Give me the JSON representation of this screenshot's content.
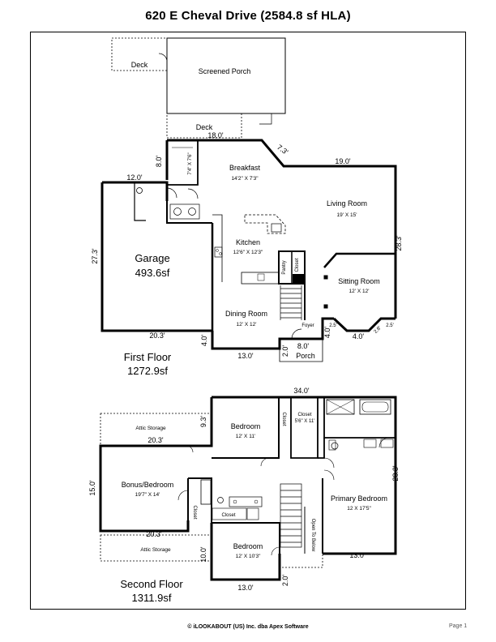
{
  "title": "620 E Cheval Drive (2584.8 sf HLA)",
  "footer": "© iLOOKABOUT (US) Inc. dba Apex Software",
  "page_label": "Page 1",
  "first_floor": {
    "label": "First Floor",
    "area": "1272.9sf",
    "rooms": {
      "deck_top": "Deck",
      "screened_porch": "Screened Porch",
      "deck_lower": "Deck",
      "breakfast": "Breakfast",
      "breakfast_dim": "14'2\" X 7'3\"",
      "closet_dim": "7'4\" X 7'6\"",
      "living_room": "Living Room",
      "living_room_dim": "19' X 15'",
      "garage": "Garage",
      "garage_area": "493.6sf",
      "kitchen": "Kitchen",
      "kitchen_dim": "12'6\" X 12'3\"",
      "pantry": "Pantry",
      "closet": "Closet",
      "sitting_room": "Sitting Room",
      "sitting_room_dim": "12' X 12'",
      "dining_room": "Dining Room",
      "dining_room_dim": "12' X 12'",
      "foyer": "Foyer",
      "porch": "Porch"
    },
    "dimensions": {
      "deck_width": "18.0'",
      "angle_wall": "7.3'",
      "top_living": "19.0'",
      "garage_top": "12.0'",
      "left_side": "8.0'",
      "garage_left": "27.3'",
      "right_side": "28.3'",
      "garage_bottom": "20.3'",
      "dining_left": "4.0'",
      "dining_bottom": "13.0'",
      "porch_left": "2.0'",
      "porch_width": "8.0'",
      "bay_left": "4.0'",
      "bay_side_a": "2.5'",
      "bay_bottom": "4.0'",
      "bay_side_b": "2.8'",
      "bay_side_c": "2.5'"
    }
  },
  "second_floor": {
    "label": "Second Floor",
    "area": "1311.9sf",
    "rooms": {
      "attic_storage_top": "Attic Storage",
      "attic_storage_bottom": "Attic Storage",
      "bedroom_top": "Bedroom",
      "bedroom_top_dim": "12' X 11'",
      "closet_a": "Closet",
      "closet_b": "Closet",
      "closet_b_dim": "5'6\" X 11'",
      "bonus_bedroom": "Bonus/Bedroom",
      "bonus_bedroom_dim": "19'7\" X 14'",
      "closet_c": "Closet",
      "closet_d": "Closet",
      "primary_bedroom": "Primary Bedroom",
      "primary_bedroom_dim": "12 X 17'5\"",
      "open_to_below": "Open To Below",
      "bedroom_bottom": "Bedroom",
      "bedroom_bottom_dim": "12' X 10'3\""
    },
    "dimensions": {
      "top_width": "34.0'",
      "bedroom_left": "9.3'",
      "attic_top": "20.3'",
      "bonus_left": "15.0'",
      "attic_bottom": "20.3'",
      "right_side": "28.3'",
      "primary_bottom": "13.0'",
      "bedroom_left_low": "10.0'",
      "bottom_width": "13.0'",
      "stair_gap": "2.0'"
    }
  }
}
